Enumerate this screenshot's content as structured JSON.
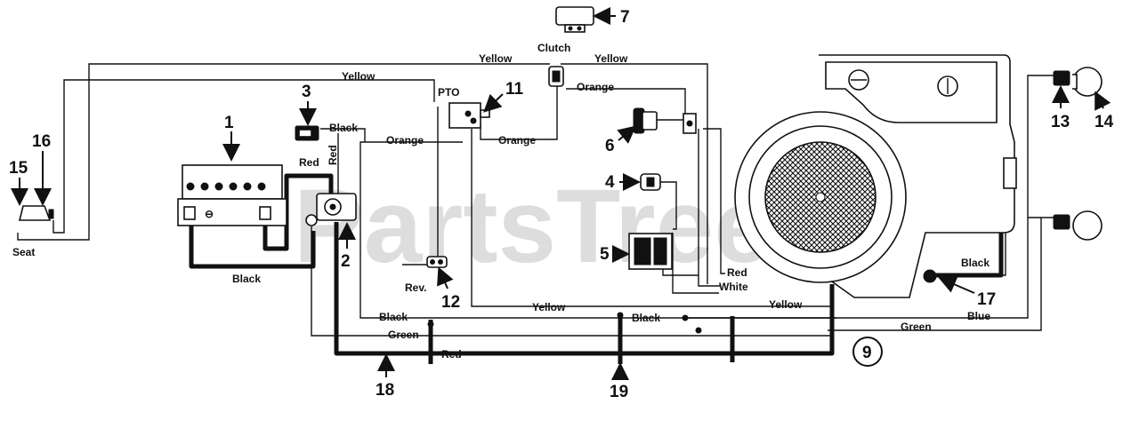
{
  "watermark": "PartsTree",
  "labels": {
    "seat": "Seat",
    "clutch": "Clutch",
    "pto": "PTO",
    "rev": "Rev.",
    "yellow": "Yellow",
    "orange": "Orange",
    "black": "Black",
    "red": "Red",
    "green": "Green",
    "white": "White",
    "blue": "Blue"
  },
  "callouts": {
    "n1": "1",
    "n2": "2",
    "n3": "3",
    "n4": "4",
    "n5": "5",
    "n6": "6",
    "n7": "7",
    "n9": "9",
    "n11": "11",
    "n12": "12",
    "n13": "13",
    "n14": "14",
    "n15": "15",
    "n16": "16",
    "n17": "17",
    "n18": "18",
    "n19": "19"
  }
}
